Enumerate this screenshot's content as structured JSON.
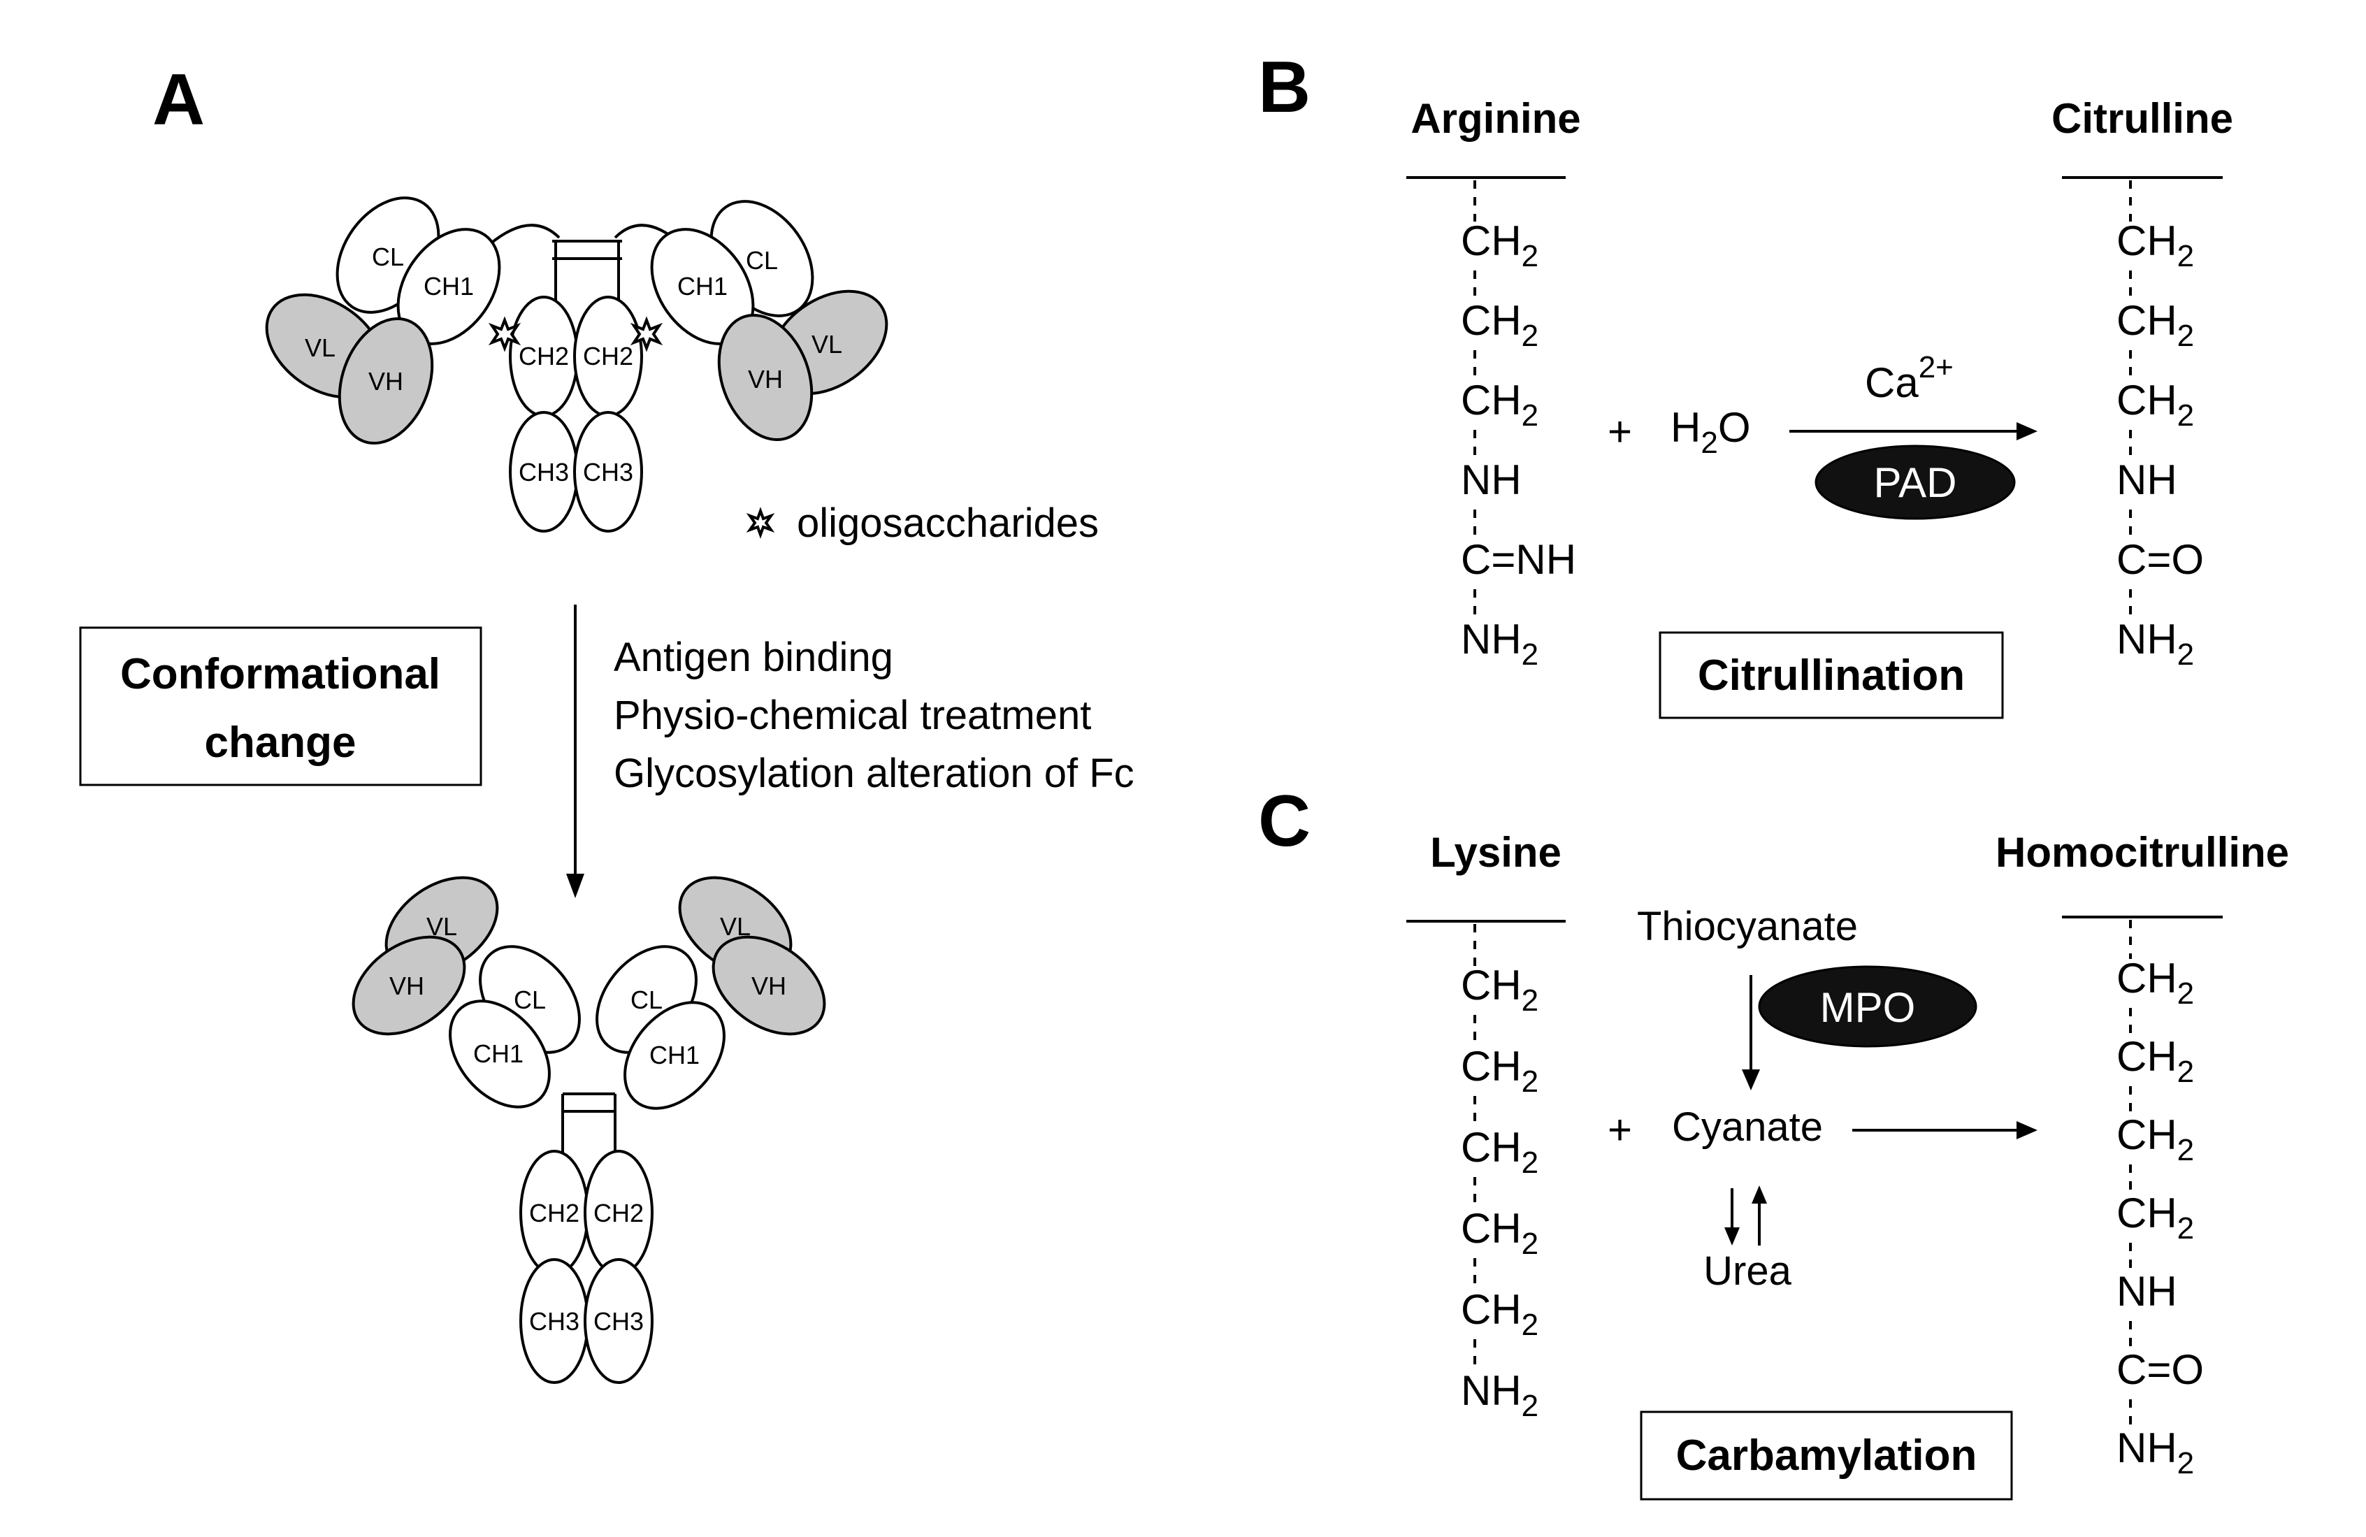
{
  "panels": {
    "a": {
      "letter": "A",
      "domains": {
        "cl": "CL",
        "ch1": "CH1",
        "ch2": "CH2",
        "ch3": "CH3",
        "vl": "VL",
        "vh": "VH"
      },
      "legend": "oligosaccharides",
      "box_label_line1": "Conformational",
      "box_label_line2": "change",
      "causes": [
        "Antigen binding",
        "Physio-chemical treatment",
        "Glycosylation alteration of Fc"
      ]
    },
    "b": {
      "letter": "B",
      "substrate": "Arginine",
      "product": "Citrulline",
      "substrate_chain": [
        {
          "base": "CH",
          "sub": "2"
        },
        {
          "base": "CH",
          "sub": "2"
        },
        {
          "base": "CH",
          "sub": "2"
        },
        {
          "base": "NH",
          "sub": ""
        },
        {
          "base": "C=NH",
          "sub": ""
        },
        {
          "base": "NH",
          "sub": "2"
        }
      ],
      "product_chain": [
        {
          "base": "CH",
          "sub": "2"
        },
        {
          "base": "CH",
          "sub": "2"
        },
        {
          "base": "CH",
          "sub": "2"
        },
        {
          "base": "NH",
          "sub": ""
        },
        {
          "base": "C=O",
          "sub": ""
        },
        {
          "base": "NH",
          "sub": "2"
        }
      ],
      "plus": "+",
      "reagent_base": "H",
      "reagent_sub": "2",
      "reagent_tail": "O",
      "cofactor_base": "Ca",
      "cofactor_sup": "2+",
      "enzyme": "PAD",
      "process": "Citrullination"
    },
    "c": {
      "letter": "C",
      "substrate": "Lysine",
      "product": "Homocitrulline",
      "substrate_chain": [
        {
          "base": "CH",
          "sub": "2"
        },
        {
          "base": "CH",
          "sub": "2"
        },
        {
          "base": "CH",
          "sub": "2"
        },
        {
          "base": "CH",
          "sub": "2"
        },
        {
          "base": "CH",
          "sub": "2"
        },
        {
          "base": "NH",
          "sub": "2"
        }
      ],
      "product_chain": [
        {
          "base": "CH",
          "sub": "2"
        },
        {
          "base": "CH",
          "sub": "2"
        },
        {
          "base": "CH",
          "sub": "2"
        },
        {
          "base": "CH",
          "sub": "2"
        },
        {
          "base": "NH",
          "sub": ""
        },
        {
          "base": "C=O",
          "sub": ""
        },
        {
          "base": "NH",
          "sub": "2"
        }
      ],
      "plus": "+",
      "source": "Thiocyanate",
      "enzyme": "MPO",
      "intermediate": "Cyanate",
      "equilibrium_partner": "Urea",
      "process": "Carbamylation"
    }
  }
}
